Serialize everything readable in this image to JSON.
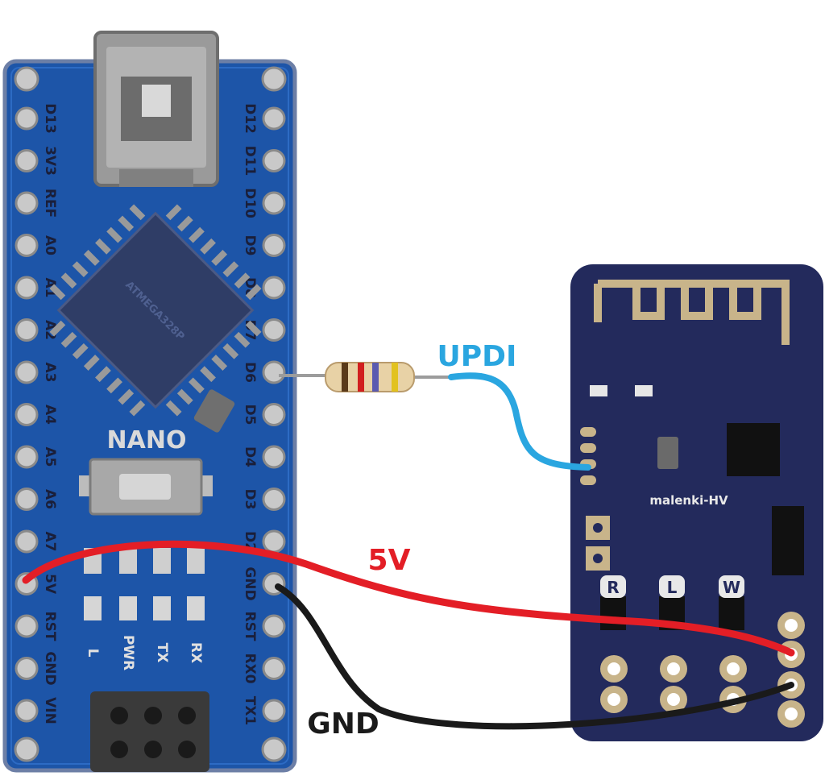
{
  "arduino": {
    "board_name": "NANO",
    "chip_marking": "ATMEGA328P",
    "left_pins": [
      "D13",
      "3V3",
      "REF",
      "A0",
      "A1",
      "A2",
      "A3",
      "A4",
      "A5",
      "A6",
      "A7",
      "5V",
      "RST",
      "GND",
      "VIN"
    ],
    "right_pins": [
      "D12",
      "D11",
      "D10",
      "D9",
      "D8",
      "D7",
      "D6",
      "D5",
      "D4",
      "D3",
      "D2",
      "GND",
      "RST",
      "RX0",
      "TX1"
    ],
    "led_labels": [
      "L",
      "PWR",
      "TX",
      "RX"
    ]
  },
  "wires": {
    "updi_label": "UPDI",
    "vcc_label": "5V",
    "gnd_label": "GND"
  },
  "programmer": {
    "name": "malenki-HV",
    "buttons": [
      "R",
      "L",
      "W"
    ]
  },
  "colors": {
    "arduino_pcb": "#1d55a8",
    "programmer_pcb": "#232a5c",
    "updi_wire": "#2aa6e0",
    "vcc_wire": "#e31e26",
    "gnd_wire": "#1a1a1a",
    "gold": "#c8b48a"
  }
}
